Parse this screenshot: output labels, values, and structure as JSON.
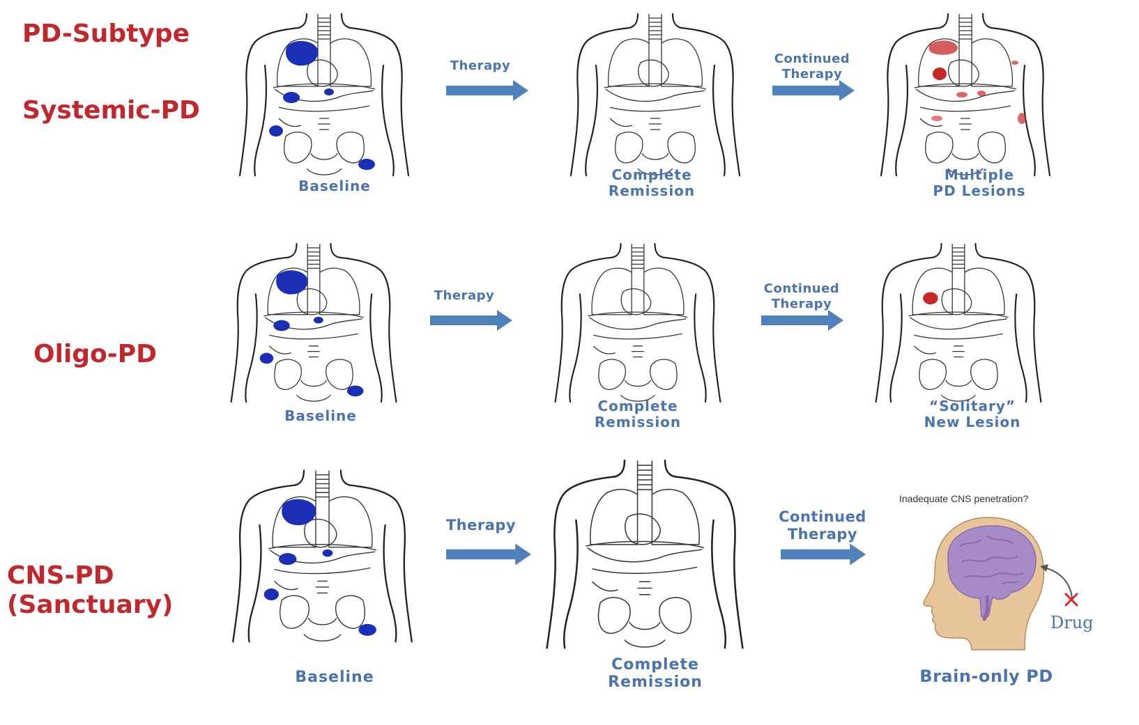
{
  "row_labels": {
    "pd_subtype": "PD-Subtype",
    "systemic": "Systemic-PD",
    "oligo": "Oligo-PD",
    "cns_line1": "CNS-PD",
    "cns_line2": "(Sanctuary)"
  },
  "row1": {
    "arrow1": "Therapy",
    "arrow2_line1": "Continued",
    "arrow2_line2": "Therapy",
    "cap1": "Baseline",
    "cap2_line1": "Complete",
    "cap2_line2": "Remission",
    "cap3_line1": "Multiple",
    "cap3_line2": "PD Lesions"
  },
  "row2": {
    "arrow1": "Therapy",
    "arrow2_line1": "Continued",
    "arrow2_line2": "Therapy",
    "cap1": "Baseline",
    "cap2_line1": "Complete",
    "cap2_line2": "Remission",
    "cap3_line1": "“Solitary”",
    "cap3_line2": "New Lesion"
  },
  "row3": {
    "arrow1": "Therapy",
    "arrow2_line1": "Continued",
    "arrow2_line2": "Therapy",
    "cap1": "Baseline",
    "cap2_line1": "Complete",
    "cap2_line2": "Remission",
    "cap3": "Brain-only PD",
    "brain_note": "Inadequate CNS penetration?",
    "drug_label": "Drug"
  },
  "colors": {
    "label_red": "#c0282d",
    "caption_blue": "#4a74b0",
    "arrow_blue": "#4f81bd",
    "lesion_blue": "#1a2fb5",
    "lesion_red": "#c62828",
    "brain_purple": "#a78bc6",
    "head_skin": "#e8c49a"
  },
  "icons": [
    "arrow-right-icon",
    "cross-mark-icon",
    "curved-arrow-icon"
  ]
}
